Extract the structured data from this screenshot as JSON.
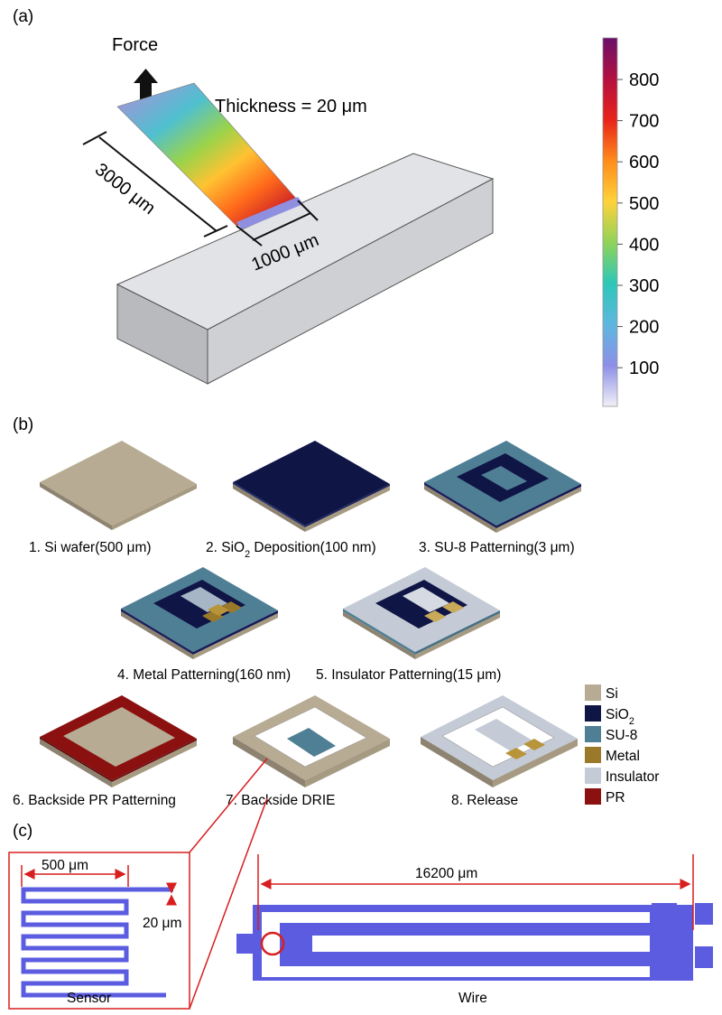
{
  "panel_a": {
    "label": "(a)",
    "force_label": "Force",
    "thickness_label": "Thickness = 20 μm",
    "length_label": "3000 μm",
    "width_label": "1000 μm",
    "colorbar": {
      "ticks": [
        "800",
        "700",
        "600",
        "500",
        "400",
        "300",
        "200",
        "100"
      ],
      "colors": [
        "#f2f0f7",
        "#8c8fe6",
        "#5fb7df",
        "#2cc7b8",
        "#8fd35a",
        "#ffd23a",
        "#ff8c1a",
        "#e8231a",
        "#b41040",
        "#6b0f6b"
      ]
    }
  },
  "panel_b": {
    "label": "(b)",
    "steps": [
      {
        "pre": "1. Si wafer(500 μm)",
        "sub": "",
        "post": ""
      },
      {
        "pre": "2. SiO",
        "sub": "2",
        "post": " Deposition(100 nm)"
      },
      {
        "pre": "3. SU-8 Patterning(3 μm)",
        "sub": "",
        "post": ""
      },
      {
        "pre": "4. Metal Patterning(160 nm)",
        "sub": "",
        "post": ""
      },
      {
        "pre": "5. Insulator Patterning(15 μm)",
        "sub": "",
        "post": ""
      },
      {
        "pre": "6. Backside PR Patterning",
        "sub": "",
        "post": ""
      },
      {
        "pre": "7. Backside DRIE",
        "sub": "",
        "post": ""
      },
      {
        "pre": "8. Release",
        "sub": "",
        "post": ""
      }
    ],
    "legend": [
      {
        "pre": "Si",
        "sub": "",
        "color": "#b7ab93"
      },
      {
        "pre": "SiO",
        "sub": "2",
        "color": "#0f1545"
      },
      {
        "pre": "SU-8",
        "sub": "",
        "color": "#4f7f95"
      },
      {
        "pre": "Metal",
        "sub": "",
        "color": "#9a7a2a"
      },
      {
        "pre": "Insulator",
        "sub": "",
        "color": "#c4cbd6"
      },
      {
        "pre": "PR",
        "sub": "",
        "color": "#8b1010"
      }
    ]
  },
  "panel_c": {
    "label": "(c)",
    "sensor_width_label": "500 μm",
    "sensor_gap_label": "20 μm",
    "sensor_caption": "Sensor",
    "wire_length_label": "16200 μm",
    "wire_caption": "Wire",
    "trace_color": "#5b5ce0",
    "highlight_color": "#d81e1e"
  }
}
